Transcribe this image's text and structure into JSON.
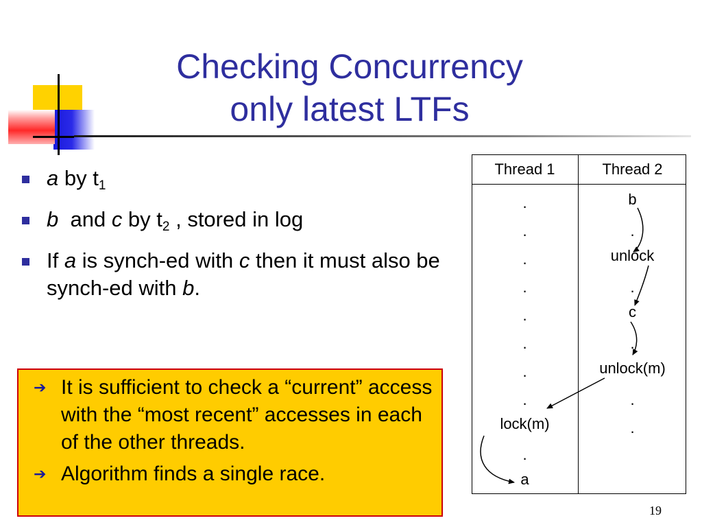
{
  "slide": {
    "title_line1": "Checking Concurrency",
    "title_line2": "only latest LTFs",
    "page_number": "19"
  },
  "bullets": [
    {
      "a": "a",
      "by": " by t",
      "sub": "1"
    },
    {
      "b": "b",
      "and": "  and ",
      "c": "c",
      "by": " by t",
      "sub": "2",
      "rest": " , stored in log"
    },
    {
      "if": "If ",
      "a": "a",
      "mid": " is synch-ed with ",
      "c": "c",
      "rest": " then it must also be synch-ed with ",
      "b": "b",
      "end": "."
    }
  ],
  "callout": {
    "items": [
      "It is sufficient to check a “current” access with the “most recent” accesses in each of the other threads.",
      "Algorithm finds a single race."
    ]
  },
  "table": {
    "headers": [
      "Thread 1",
      "Thread 2"
    ],
    "thread1": [
      ".",
      ".",
      ".",
      ".",
      ".",
      ".",
      ".",
      ".",
      "lock(m)",
      ".",
      "a"
    ],
    "thread2": [
      "b",
      ".",
      "unlock",
      ".",
      "c",
      ".",
      "unlock(m)",
      ".",
      "."
    ]
  },
  "colors": {
    "title": "#2e2e9e",
    "callout_bg": "#ffcc00",
    "callout_border": "#cc0000"
  }
}
